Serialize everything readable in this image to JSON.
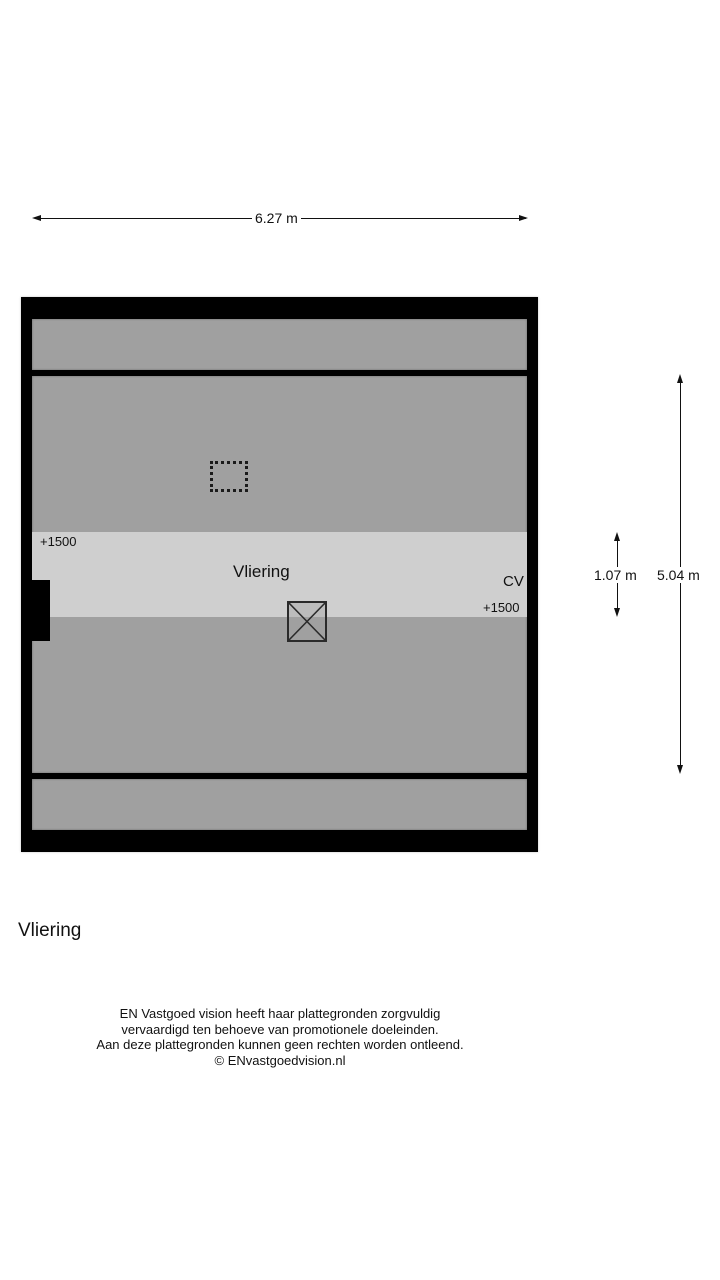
{
  "plan": {
    "floor_name": "Vliering",
    "room_label": "Vliering",
    "level_left": "+1500",
    "level_right": "+1500",
    "cv_label": "CV",
    "colors": {
      "wall": "#000000",
      "floor_low": "#a0a0a0",
      "floor_high": "#cfcfcf",
      "background": "#ffffff"
    }
  },
  "dimensions": {
    "width": "6.27 m",
    "depth_total": "5.04 m",
    "depth_band": "1.07 m"
  },
  "icons": {
    "skylight": "dotted-rectangle",
    "attic_hatch": "crossed-square"
  },
  "caption": "Vliering",
  "disclaimer": {
    "lines": [
      "EN Vastgoed vision heeft haar plattegronden zorgvuldig",
      "vervaardigd ten behoeve van promotionele doeleinden.",
      "Aan deze plattegronden kunnen geen rechten worden ontleend.",
      "© ENvastgoedvision.nl"
    ]
  }
}
